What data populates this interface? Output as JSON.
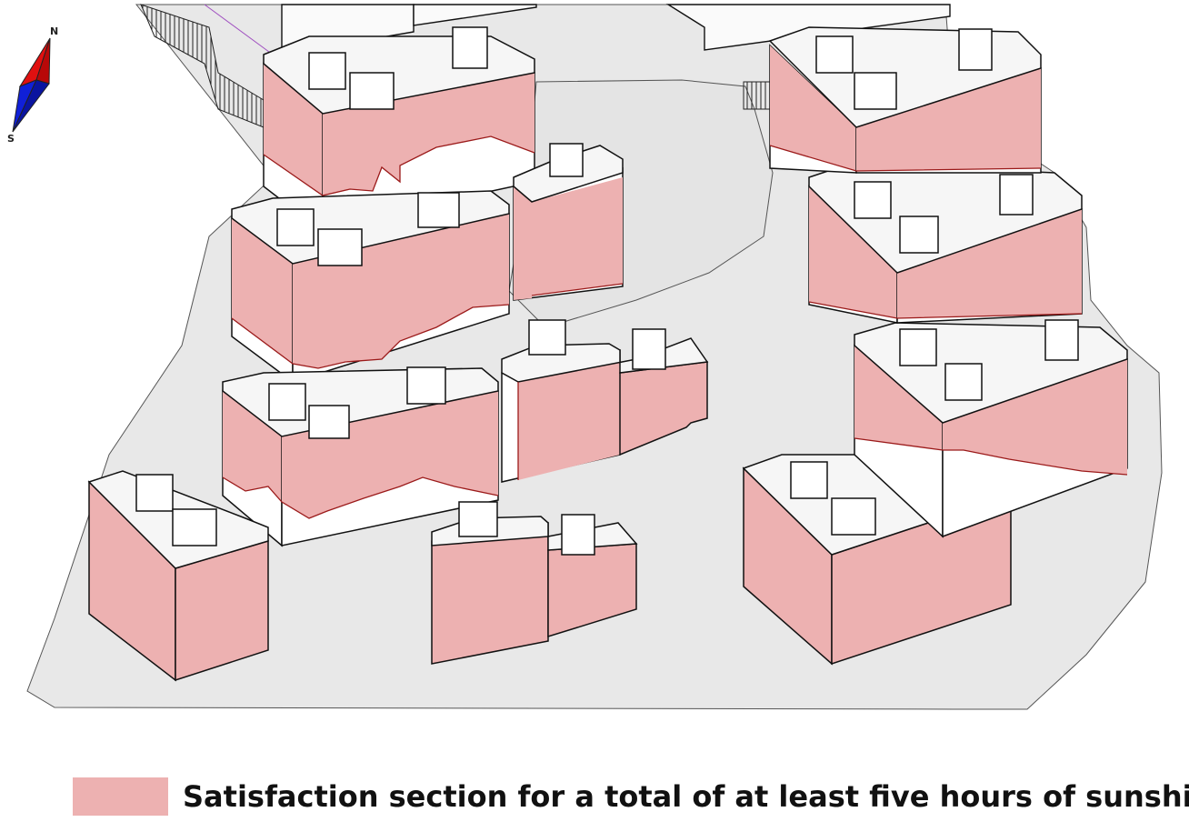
{
  "compass": {
    "north_label": "N",
    "south_label": "S",
    "north_color": "#e01010",
    "south_color": "#1020d8"
  },
  "colors": {
    "ground": "#e8e8e8",
    "site": "#e2e2e2",
    "roof": "#f6f6f6",
    "wall_plain": "#ffffff",
    "sunlit_section": "#edb1b1",
    "sun_boundary": "#9b1a1a",
    "outline": "#111111"
  },
  "legend": {
    "label": "Satisfaction section for a total of at least five hours of sunshine",
    "swatch_color": "#edb1b1"
  }
}
